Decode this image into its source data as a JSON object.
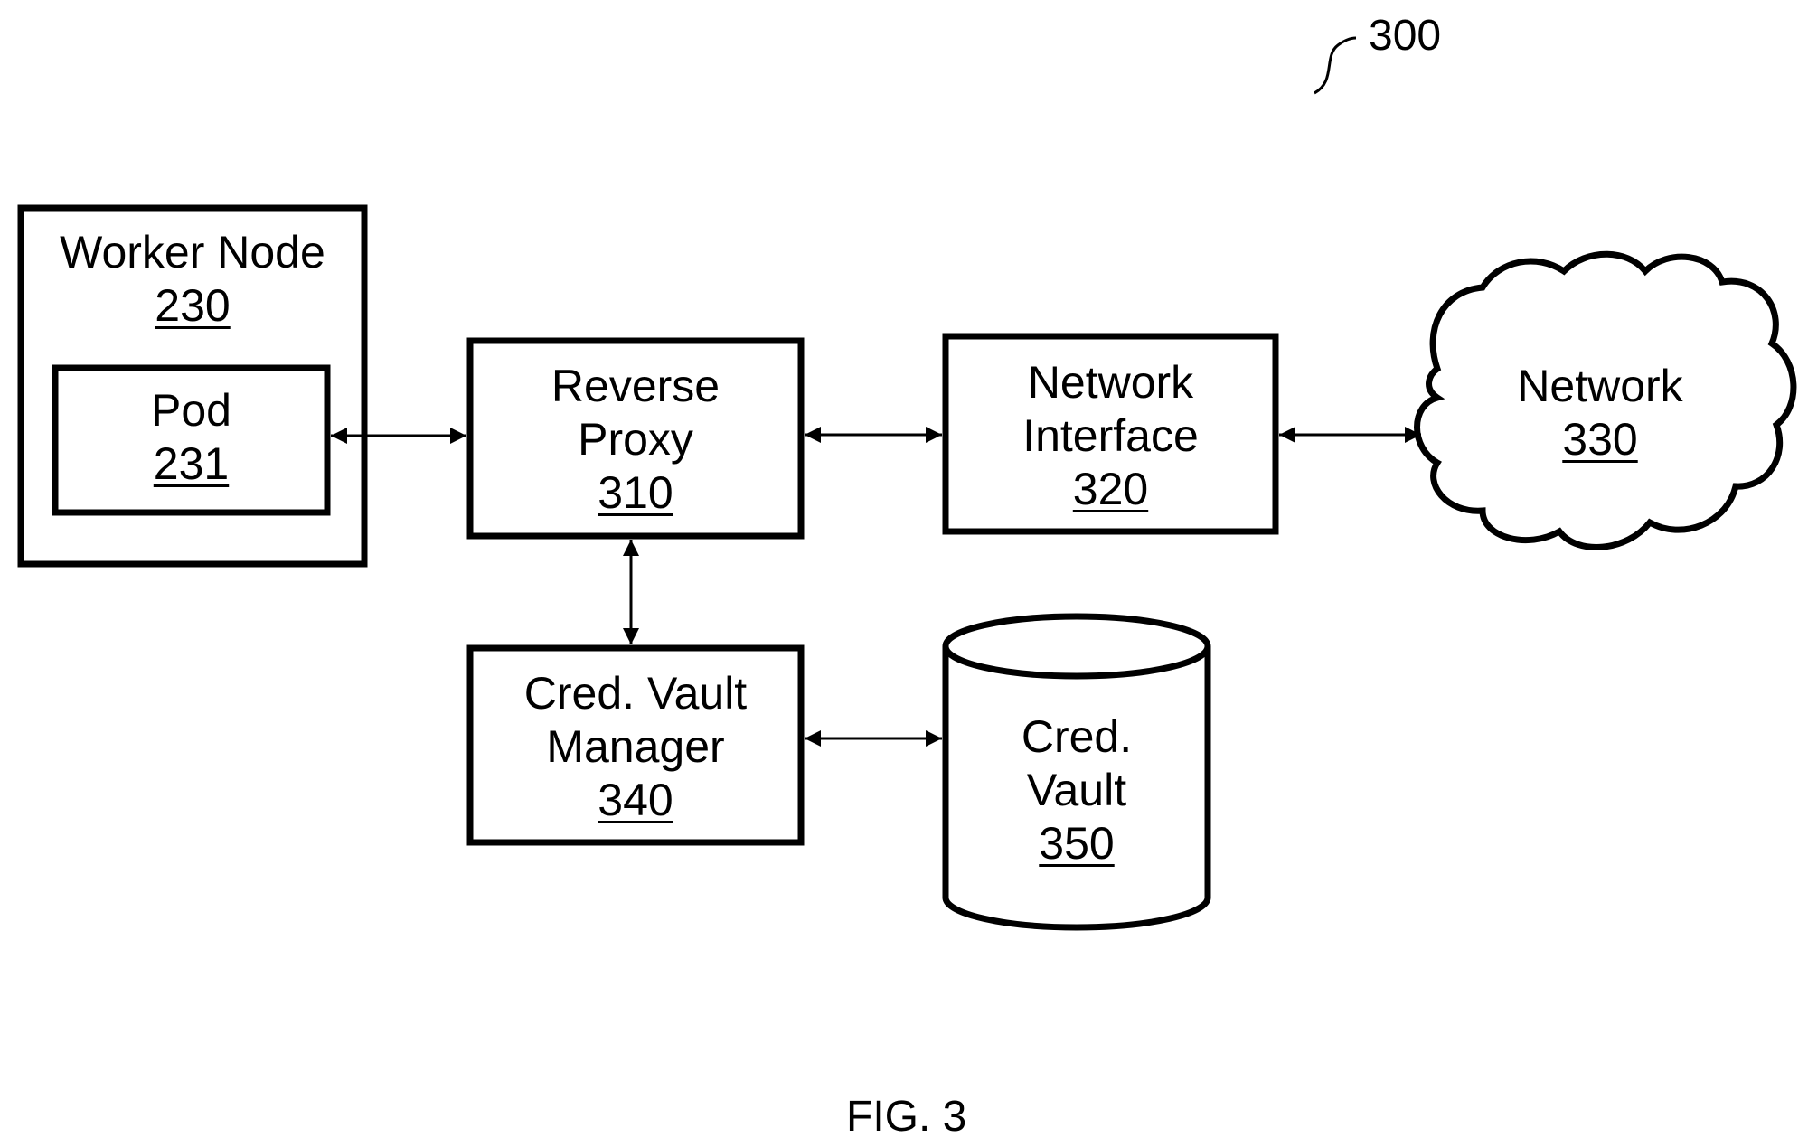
{
  "figure": {
    "ref": "300",
    "caption": "FIG. 3"
  },
  "nodes": {
    "worker_node": {
      "lines": [
        "Worker Node"
      ],
      "ref": "230"
    },
    "pod": {
      "lines": [
        "Pod"
      ],
      "ref": "231"
    },
    "reverse_proxy": {
      "lines": [
        "Reverse",
        "Proxy"
      ],
      "ref": "310"
    },
    "network_interface": {
      "lines": [
        "Network",
        "Interface"
      ],
      "ref": "320"
    },
    "network": {
      "lines": [
        "Network"
      ],
      "ref": "330"
    },
    "cred_vault_manager": {
      "lines": [
        "Cred. Vault",
        "Manager"
      ],
      "ref": "340"
    },
    "cred_vault": {
      "lines": [
        "Cred.",
        "Vault"
      ],
      "ref": "350"
    }
  },
  "edges": [
    {
      "from": "pod",
      "to": "reverse_proxy",
      "direction": "both"
    },
    {
      "from": "reverse_proxy",
      "to": "network_interface",
      "direction": "both"
    },
    {
      "from": "network_interface",
      "to": "network",
      "direction": "both"
    },
    {
      "from": "reverse_proxy",
      "to": "cred_vault_manager",
      "direction": "both"
    },
    {
      "from": "cred_vault_manager",
      "to": "cred_vault",
      "direction": "both"
    }
  ]
}
